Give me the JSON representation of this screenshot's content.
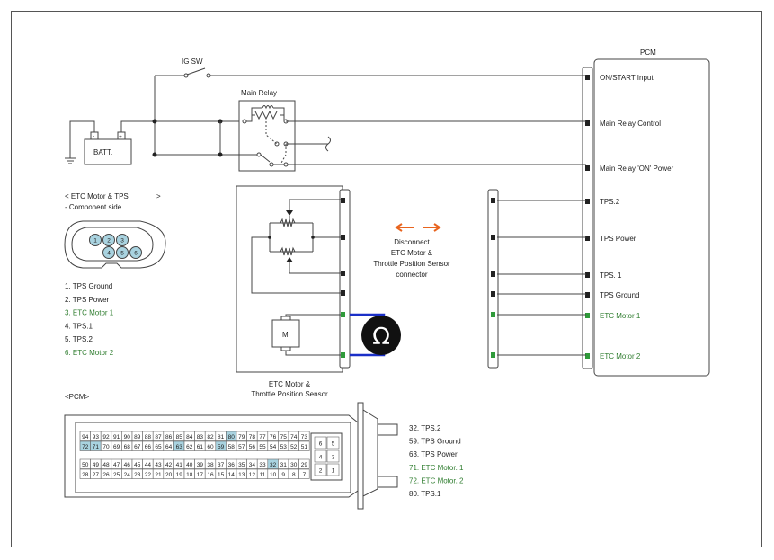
{
  "pcm": {
    "title": "PCM",
    "pins": [
      {
        "label": "ON/START Input",
        "color": "#222"
      },
      {
        "label": "Main Relay Control",
        "color": "#222"
      },
      {
        "label": "Main Relay 'ON' Power",
        "color": "#222"
      },
      {
        "label": "TPS.2",
        "color": "#222"
      },
      {
        "label": "TPS Power",
        "color": "#222"
      },
      {
        "label": "TPS. 1",
        "color": "#222"
      },
      {
        "label": "TPS Ground",
        "color": "#222"
      },
      {
        "label": "ETC Motor 1",
        "color": "#2f7d2f"
      },
      {
        "label": "ETC Motor 2",
        "color": "#2f7d2f"
      }
    ]
  },
  "ig_sw": "IG SW",
  "main_relay": "Main Relay",
  "battery": "BATT.",
  "battery_minus": "-",
  "battery_plus": "+",
  "component": {
    "title_line1": "< ETC Motor & TPS",
    "title_arrow": ">",
    "title_line2": "- Component side",
    "pin_numbers": [
      "1",
      "2",
      "3",
      "4",
      "5",
      "6"
    ],
    "list": [
      {
        "text": "1. TPS Ground",
        "color": "#222"
      },
      {
        "text": "2. TPS Power",
        "color": "#222"
      },
      {
        "text": "3. ETC Motor 1",
        "color": "#2f7d2f"
      },
      {
        "text": "4. TPS.1",
        "color": "#222"
      },
      {
        "text": "5. TPS.2",
        "color": "#222"
      },
      {
        "text": "6. ETC Motor 2",
        "color": "#2f7d2f"
      }
    ]
  },
  "disconnect": {
    "line1": "Disconnect",
    "line2": "ETC Motor &",
    "line3": "Throttle Position Sensor",
    "line4": "connector"
  },
  "etc_label": {
    "line1": "ETC Motor &",
    "line2": "Throttle Position Sensor"
  },
  "motor_symbol": "M",
  "ohm_symbol": "Ω",
  "pcm_connector": {
    "title": "<PCM>",
    "row1": [
      "94",
      "93",
      "92",
      "91",
      "90",
      "89",
      "88",
      "87",
      "86",
      "85",
      "84",
      "83",
      "82",
      "81",
      "80",
      "79",
      "78",
      "77",
      "76",
      "75",
      "74",
      "73"
    ],
    "row2": [
      "72",
      "71",
      "70",
      "69",
      "68",
      "67",
      "66",
      "65",
      "64",
      "63",
      "62",
      "61",
      "60",
      "59",
      "58",
      "57",
      "56",
      "55",
      "54",
      "53",
      "52",
      "51"
    ],
    "row3": [
      "50",
      "49",
      "48",
      "47",
      "46",
      "45",
      "44",
      "43",
      "42",
      "41",
      "40",
      "39",
      "38",
      "37",
      "36",
      "35",
      "34",
      "33",
      "32",
      "31",
      "30",
      "29"
    ],
    "row4": [
      "28",
      "27",
      "26",
      "25",
      "24",
      "23",
      "22",
      "21",
      "20",
      "19",
      "18",
      "17",
      "16",
      "15",
      "14",
      "13",
      "12",
      "11",
      "10",
      "9",
      "8",
      "7"
    ],
    "highlight": [
      "80",
      "72",
      "71",
      "63",
      "59",
      "32"
    ],
    "small_block": [
      "6",
      "5",
      "4",
      "3",
      "2",
      "1"
    ],
    "legend": [
      {
        "text": "32. TPS.2",
        "color": "#222"
      },
      {
        "text": "59. TPS Ground",
        "color": "#222"
      },
      {
        "text": "63.    TPS Power",
        "color": "#222"
      },
      {
        "text": "71. ETC Motor. 1",
        "color": "#2f7d2f"
      },
      {
        "text": "72. ETC Motor. 2",
        "color": "#2f7d2f"
      },
      {
        "text": "80. TPS.1",
        "color": "#222"
      }
    ]
  },
  "colors": {
    "accent_green": "#2f7d2f",
    "wire_blue": "#1a2fc8",
    "arrow_orange": "#e8641e",
    "pin_highlight": "#a9d3e0"
  }
}
